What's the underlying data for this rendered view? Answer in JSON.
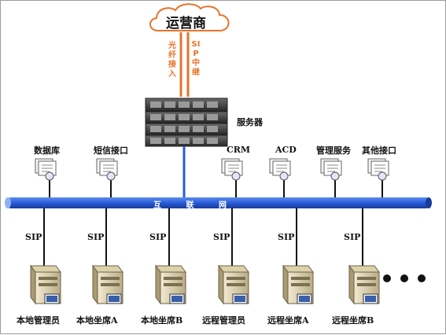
{
  "cloud": {
    "label": "运营商"
  },
  "links": {
    "fiber": "光纤接入",
    "sip_trunk": "SIP中继"
  },
  "server": {
    "label": "服务器"
  },
  "internet": {
    "label": "互 联 网"
  },
  "top_nodes": [
    {
      "id": "database",
      "label": "数据库"
    },
    {
      "id": "sms",
      "label": "短信接口"
    },
    {
      "id": "crm",
      "label": "CRM"
    },
    {
      "id": "acd",
      "label": "ACD"
    },
    {
      "id": "mgmt",
      "label": "管理服务"
    },
    {
      "id": "other",
      "label": "其他接口"
    }
  ],
  "bottom_nodes": [
    {
      "id": "local-admin",
      "label": "本地管理员",
      "link": "SIP"
    },
    {
      "id": "local-seat-a",
      "label": "本地坐席A",
      "link": "SIP"
    },
    {
      "id": "local-seat-b",
      "label": "本地坐席B",
      "link": "SIP"
    },
    {
      "id": "remote-admin",
      "label": "远程管理员",
      "link": "SIP"
    },
    {
      "id": "remote-seat-a",
      "label": "远程坐席A",
      "link": "SIP"
    },
    {
      "id": "remote-seat-b",
      "label": "远程坐席B",
      "link": "SIP"
    }
  ],
  "colors": {
    "bus": "#2a5bd7",
    "bus_dark": "#173a9c",
    "orange": "#e8732a",
    "line": "#111111",
    "cloud_stroke": "#e8732a"
  }
}
